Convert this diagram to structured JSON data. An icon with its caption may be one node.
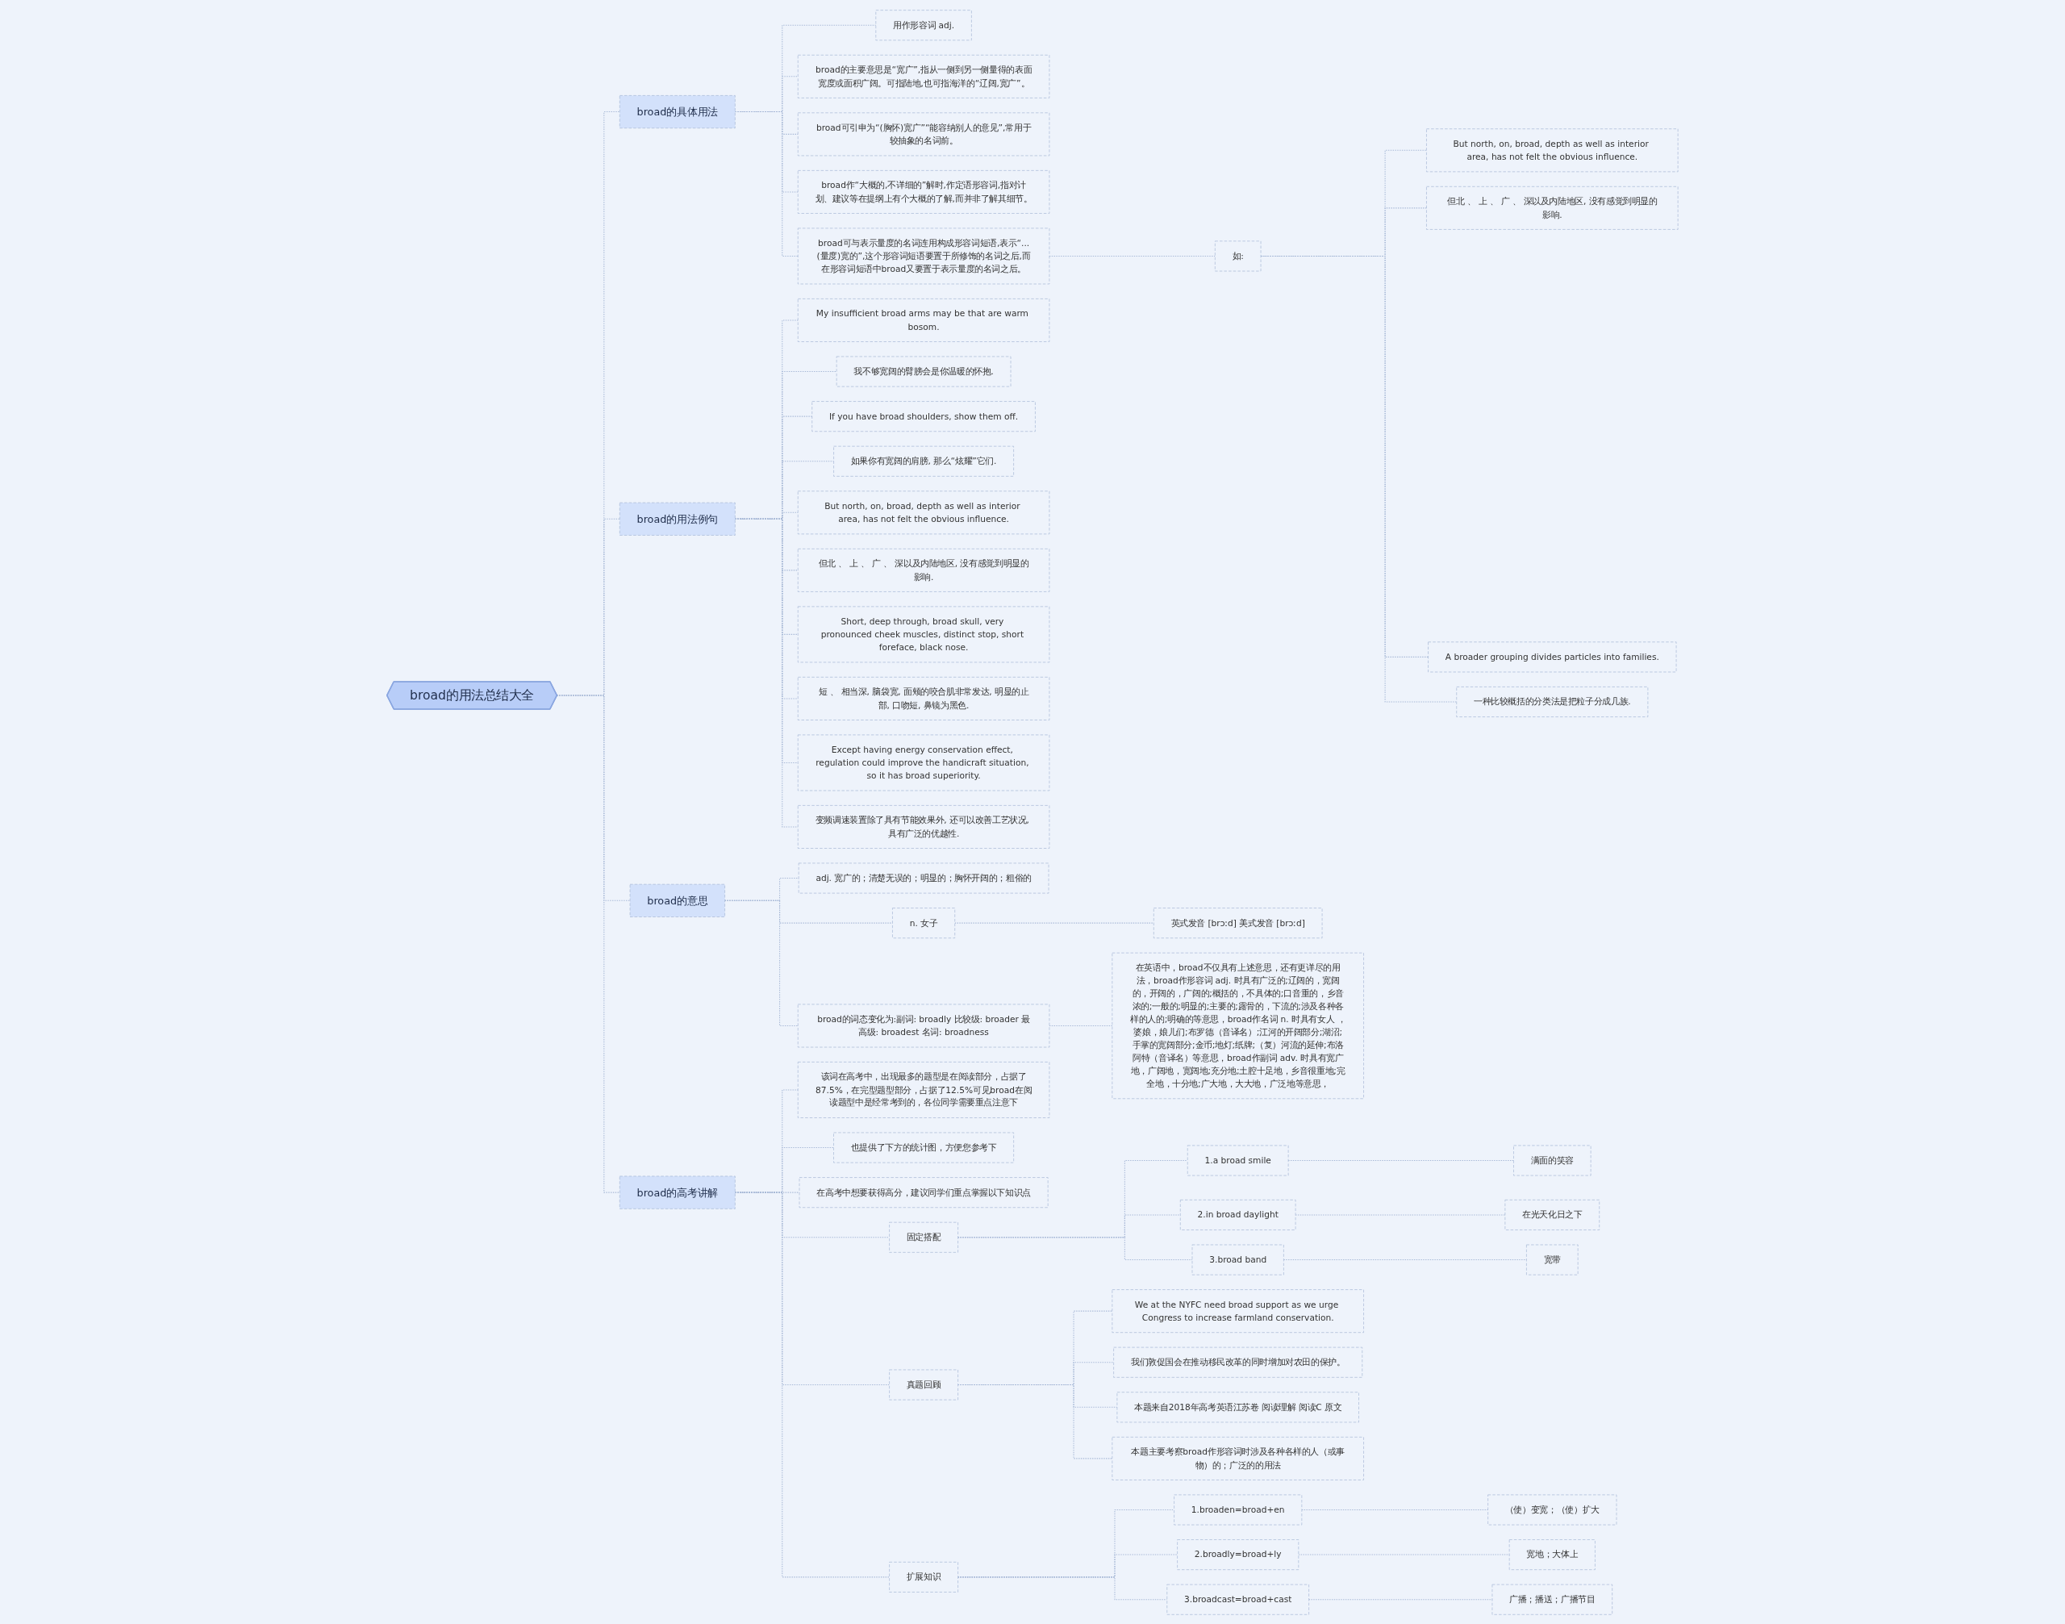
{
  "diagram": {
    "nodes": [
      {
        "text": [
          "broad的用法总结大全"
        ]
      },
      {
        "text": [
          "broad的具体用法"
        ]
      },
      {
        "text": [
          "用作形容词 adj."
        ]
      },
      {
        "text": [
          "broad的主要意思是“宽广”,指从一侧到另一侧量得的表面宽度或面积广阔。可指陆地,也可指海洋的“辽阔,宽广”。"
        ]
      },
      {
        "text": [
          "broad可引申为“(胸怀)宽广”“能容纳别人的意见”,常用于较抽象的名词前。"
        ]
      },
      {
        "text": [
          "broad作“大概的,不详细的”解时,作定语形容词,指对计划、建议等在提纲上有个大概的了解,而并非了解其细节。"
        ]
      },
      {
        "text": [
          "broad可与表示量度的名词连用构成形容词短语,表示“...(量度)宽的”,这个形容词短语要置于所修饰的名词之后,而在形容词短语中broad又要置于表示量度的名词之后。"
        ]
      },
      {
        "text": [
          "如:"
        ]
      },
      {
        "text": [
          "But north, on, broad, depth as well as interior area, has not felt the obvious influence."
        ]
      },
      {
        "text": [
          "但北 、 上 、 广 、 深以及内陆地区, 没有感觉到明显的影响."
        ]
      },
      {
        "text": [
          "A broader grouping divides particles into families."
        ]
      },
      {
        "text": [
          "一种比较概括的分类法是把粒子分成几族."
        ]
      },
      {
        "text": [
          "broad的用法例句"
        ]
      },
      {
        "text": [
          "My insufficient broad arms may be that are warm bosom."
        ]
      },
      {
        "text": [
          "我不够宽阔的臂膀会是你温暖的怀抱."
        ]
      },
      {
        "text": [
          "If you have broad shoulders, show them off."
        ]
      },
      {
        "text": [
          "如果你有宽阔的肩膀, 那么“炫耀”它们."
        ]
      },
      {
        "text": [
          "But north, on, broad, depth as well as interior area, has not felt the obvious influence."
        ]
      },
      {
        "text": [
          "但北 、 上 、 广 、 深以及内陆地区, 没有感觉到明显的影响."
        ]
      },
      {
        "text": [
          "Short, deep through, broad skull, very pronounced cheek muscles, distinct stop, short foreface, black nose."
        ]
      },
      {
        "text": [
          "短 、 相当深, 脑袋宽, 面颊的咬合肌非常发达, 明显的止部, 口吻短, 鼻镜为黑色."
        ]
      },
      {
        "text": [
          "Except having energy conservation effect, regulation could improve the handicraft situation, so it has broad superiority."
        ]
      },
      {
        "text": [
          "变频调速装置除了具有节能效果外, 还可以改善工艺状况, 具有广泛的优越性."
        ]
      },
      {
        "text": [
          "broad的意思"
        ]
      },
      {
        "text": [
          "adj. 宽广的；清楚无误的；明显的；胸怀开阔的；粗俗的"
        ]
      },
      {
        "text": [
          "n. 女子"
        ]
      },
      {
        "text": [
          "英式发音 [brɔːd] 美式发音 [brɔːd]"
        ]
      },
      {
        "text": [
          "broad的词态变化为:副词: broadly 比较级: broader 最高级: broadest 名词: broadness"
        ]
      },
      {
        "text": [
          "在英语中，broad不仅具有上述意思，还有更详尽的用法，broad作形容词 adj. 时具有广泛的;辽阔的，宽阔的，开阔的，广阔的;概括的，不具体的;口音重的，乡音浓的;一般的;明显的;主要的;露骨的，下流的;涉及各种各样的人的;明确的等意思，broad作名词 n. 时具有女人 ，婆娘，娘儿们;布罗德（音译名）;江河的开阔部分;湖沼;手掌的宽阔部分;金币;地灯;纸牌;（复）河流的延伸;布洛阿特（音译名）等意思，broad作副词 adv. 时具有宽广地，广阔地，宽阔地;充分地;土腔十足地，乡音很重地;完全地，十分地;广大地，大大地，广泛地等意思，"
        ]
      },
      {
        "text": [
          "broad的高考讲解"
        ]
      },
      {
        "text": [
          "该词在高考中，出现最多的题型是在阅读部分，占据了87.5%，在完型题型部分，占据了12.5%可见broad在阅读题型中是经常考到的，各位同学需要重点注意下"
        ]
      },
      {
        "text": [
          "也提供了下方的统计图，方便您参考下"
        ]
      },
      {
        "text": [
          "在高考中想要获得高分，建议同学们重点掌握以下知识点"
        ]
      },
      {
        "text": [
          "固定搭配"
        ]
      },
      {
        "text": [
          "1.a broad smile"
        ]
      },
      {
        "text": [
          "满面的笑容"
        ]
      },
      {
        "text": [
          "2.in broad daylight"
        ]
      },
      {
        "text": [
          "在光天化日之下"
        ]
      },
      {
        "text": [
          "3.broad band"
        ]
      },
      {
        "text": [
          "宽带"
        ]
      },
      {
        "text": [
          "真题回顾"
        ]
      },
      {
        "text": [
          "We at the NYFC need broad support as we urge Congress to increase farmland conservation."
        ]
      },
      {
        "text": [
          "我们敦促国会在推动移民改革的同时增加对农田的保护。"
        ]
      },
      {
        "text": [
          "本题来自2018年高考英语江苏卷 阅读理解 阅读C 原文"
        ]
      },
      {
        "text": [
          "本题主要考察broad作形容词时涉及各种各样的人（或事物）的；广泛的的用法"
        ]
      },
      {
        "text": [
          "扩展知识"
        ]
      },
      {
        "text": [
          "1.broaden=broad+en"
        ]
      },
      {
        "text": [
          "（使）变宽；（使）扩大"
        ]
      },
      {
        "text": [
          "2.broadly=broad+ly"
        ]
      },
      {
        "text": [
          "宽地；大体上"
        ]
      },
      {
        "text": [
          "3.broadcast=broad+cast"
        ]
      },
      {
        "text": [
          "广播；播送；广播节目"
        ]
      }
    ],
    "edges": [
      {
        "from": 0,
        "to": 1,
        "arrow": "none",
        "style": "dashed"
      },
      {
        "from": 1,
        "to": 2,
        "arrow": "none",
        "style": "dashed"
      },
      {
        "from": 1,
        "to": 3,
        "arrow": "none",
        "style": "dashed"
      },
      {
        "from": 1,
        "to": 4,
        "arrow": "none",
        "style": "dashed"
      },
      {
        "from": 1,
        "to": 5,
        "arrow": "none",
        "style": "dashed"
      },
      {
        "from": 1,
        "to": 6,
        "arrow": "none",
        "style": "dashed"
      },
      {
        "from": 6,
        "to": 7,
        "arrow": "none",
        "style": "dashed"
      },
      {
        "from": 7,
        "to": 8,
        "arrow": "none",
        "style": "dashed"
      },
      {
        "from": 7,
        "to": 9,
        "arrow": "none",
        "style": "dashed"
      },
      {
        "from": 7,
        "to": 10,
        "arrow": "none",
        "style": "dashed"
      },
      {
        "from": 7,
        "to": 11,
        "arrow": "none",
        "style": "dashed"
      },
      {
        "from": 0,
        "to": 12,
        "arrow": "none",
        "style": "dashed"
      },
      {
        "from": 12,
        "to": 13,
        "arrow": "none",
        "style": "dashed"
      },
      {
        "from": 12,
        "to": 14,
        "arrow": "none",
        "style": "dashed"
      },
      {
        "from": 12,
        "to": 15,
        "arrow": "none",
        "style": "dashed"
      },
      {
        "from": 12,
        "to": 16,
        "arrow": "none",
        "style": "dashed"
      },
      {
        "from": 12,
        "to": 17,
        "arrow": "none",
        "style": "dashed"
      },
      {
        "from": 12,
        "to": 18,
        "arrow": "none",
        "style": "dashed"
      },
      {
        "from": 12,
        "to": 19,
        "arrow": "none",
        "style": "dashed"
      },
      {
        "from": 12,
        "to": 20,
        "arrow": "none",
        "style": "dashed"
      },
      {
        "from": 12,
        "to": 21,
        "arrow": "none",
        "style": "dashed"
      },
      {
        "from": 12,
        "to": 22,
        "arrow": "none",
        "style": "dashed"
      },
      {
        "from": 0,
        "to": 23,
        "arrow": "none",
        "style": "dashed"
      },
      {
        "from": 23,
        "to": 24,
        "arrow": "none",
        "style": "dashed"
      },
      {
        "from": 23,
        "to": 25,
        "arrow": "none",
        "style": "dashed"
      },
      {
        "from": 25,
        "to": 26,
        "arrow": "none",
        "style": "dashed"
      },
      {
        "from": 23,
        "to": 27,
        "arrow": "none",
        "style": "dashed"
      },
      {
        "from": 27,
        "to": 28,
        "arrow": "none",
        "style": "dashed"
      },
      {
        "from": 0,
        "to": 29,
        "arrow": "none",
        "style": "dashed"
      },
      {
        "from": 29,
        "to": 30,
        "arrow": "none",
        "style": "dashed"
      },
      {
        "from": 29,
        "to": 31,
        "arrow": "none",
        "style": "dashed"
      },
      {
        "from": 29,
        "to": 32,
        "arrow": "none",
        "style": "dashed"
      },
      {
        "from": 29,
        "to": 33,
        "arrow": "none",
        "style": "dashed"
      },
      {
        "from": 33,
        "to": 34,
        "arrow": "none",
        "style": "dashed"
      },
      {
        "from": 34,
        "to": 35,
        "arrow": "none",
        "style": "dashed"
      },
      {
        "from": 33,
        "to": 36,
        "arrow": "none",
        "style": "dashed"
      },
      {
        "from": 36,
        "to": 37,
        "arrow": "none",
        "style": "dashed"
      },
      {
        "from": 33,
        "to": 38,
        "arrow": "none",
        "style": "dashed"
      },
      {
        "from": 38,
        "to": 39,
        "arrow": "none",
        "style": "dashed"
      },
      {
        "from": 29,
        "to": 40,
        "arrow": "none",
        "style": "dashed"
      },
      {
        "from": 40,
        "to": 41,
        "arrow": "none",
        "style": "dashed"
      },
      {
        "from": 40,
        "to": 42,
        "arrow": "none",
        "style": "dashed"
      },
      {
        "from": 40,
        "to": 43,
        "arrow": "none",
        "style": "dashed"
      },
      {
        "from": 40,
        "to": 44,
        "arrow": "none",
        "style": "dashed"
      },
      {
        "from": 29,
        "to": 45,
        "arrow": "none",
        "style": "dashed"
      },
      {
        "from": 45,
        "to": 46,
        "arrow": "none",
        "style": "dashed"
      },
      {
        "from": 46,
        "to": 47,
        "arrow": "none",
        "style": "dashed"
      },
      {
        "from": 45,
        "to": 48,
        "arrow": "none",
        "style": "dashed"
      },
      {
        "from": 48,
        "to": 49,
        "arrow": "none",
        "style": "dashed"
      },
      {
        "from": 45,
        "to": 50,
        "arrow": "none",
        "style": "dashed"
      },
      {
        "from": 50,
        "to": 51,
        "arrow": "none",
        "style": "dashed"
      }
    ]
  }
}
